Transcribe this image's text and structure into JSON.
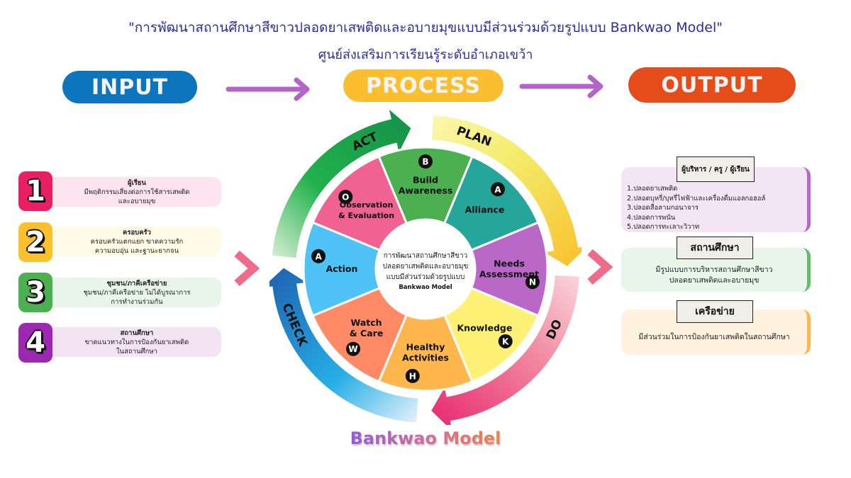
{
  "header": {
    "title": "\"การพัฒนาสถานศึกษาสีขาวปลอดยาเสพติดและอบายมุขแบบมีส่วนร่วมด้วยรูปแบบ Bankwao Model\"",
    "subtitle": "ศูนย์ส่งเสริมการเรียนรู้ระดับอำเภอเขว้า",
    "title_color": "#2b2d9c"
  },
  "stages": {
    "input": {
      "label": "INPUT",
      "color": "#0d74be"
    },
    "process": {
      "label": "PROCESS",
      "color": "#fbbe2f"
    },
    "output": {
      "label": "OUTPUT",
      "color": "#e44c1a"
    },
    "arrow_color": "#b463c8"
  },
  "inputs": [
    {
      "number": "1",
      "heading": "ผู้เรียน",
      "lines": [
        "มีพฤติกรรมเสี่ยงต่อการใช้สารเสพติด",
        "และอบายมุข"
      ],
      "color": "#e91e63",
      "bg": "#fde4ee"
    },
    {
      "number": "2",
      "heading": "ครอบครัว",
      "lines": [
        "ครอบครัวแตกแยก ขาดความรัก",
        "ความอบอุ่น และฐานะยากจน"
      ],
      "color": "#fbc02d",
      "bg": "#fefbe6"
    },
    {
      "number": "3",
      "heading": "ชุมชน/ภาคีเครือข่าย",
      "lines": [
        "ชุมชน/ภาคีเครือข่าย ไม่ได้บูรณาการ",
        "การทำงานร่วมกัน"
      ],
      "color": "#4caf50",
      "bg": "#e8f5ea"
    },
    {
      "number": "4",
      "heading": "สถานศึกษา",
      "lines": [
        "ขาดแนวทางในการป้องกันยาเสพติด",
        "ในสถานศึกษา"
      ],
      "color": "#9c27b0",
      "bg": "#f3e3f5"
    }
  ],
  "cycle": {
    "center_lines": [
      "การพัฒนาสถานศึกษาสีขาว",
      "ปลอดยาเสพติดและอบายมุข",
      "แบบมีส่วนร่วมด้วยรูปแบบ"
    ],
    "center_model": "Bankwao Model",
    "segments": [
      {
        "letter": "B",
        "label": [
          "Build",
          "Awareness"
        ],
        "color": "#4caf50"
      },
      {
        "letter": "A",
        "label": [
          "Alliance"
        ],
        "color": "#26a69a"
      },
      {
        "letter": "N",
        "label": [
          "Needs",
          "Assessment"
        ],
        "color": "#ba68c8"
      },
      {
        "letter": "K",
        "label": [
          "Knowledge"
        ],
        "color": "#fff176"
      },
      {
        "letter": "H",
        "label": [
          "Healthy",
          "Activities"
        ],
        "color": "#ffb74d"
      },
      {
        "letter": "W",
        "label": [
          "Watch",
          "& Care"
        ],
        "color": "#ff8a65"
      },
      {
        "letter": "A",
        "label": [
          "Action"
        ],
        "color": "#4fc3f7"
      },
      {
        "letter": "O",
        "label": [
          "Observation",
          "& Evaluation"
        ],
        "color": "#f06292"
      }
    ],
    "pdca": [
      {
        "label": "PLAN",
        "color_start": "#f3ec6a",
        "color_end": "#f9bf2c"
      },
      {
        "label": "DO",
        "color_start": "#f18aa0",
        "color_end": "#e8266e"
      },
      {
        "label": "CHECK",
        "color_start": "#a9d4f2",
        "color_end": "#1e6fba"
      },
      {
        "label": "ACT",
        "color_start": "#7ccc7c",
        "color_end": "#14904a"
      }
    ],
    "chevron_color": "#f06a8a"
  },
  "outputs": [
    {
      "label": "ผู้บริหาร / ครู / ผู้เรียน",
      "lines": [
        "1.ปลอดยาเสพติด",
        "2.ปลอดบุหรี่/บุหรี่ไฟฟ้าและเครื่องดื่มแอลกอฮอล์",
        "3.ปลอดสื่อลามกอนาจาร",
        "4.ปลอดการพนัน",
        "5.ปลอดการทะเลาะวิวาท"
      ],
      "bg": "#f3e5f5",
      "accent": "#ba68c8"
    },
    {
      "label": "สถานศึกษา",
      "lines": [
        "มีรูปแบบการบริหารสถานศึกษาสีขาว",
        "ปลอดยาเสพติดและอบายมุข"
      ],
      "bg": "#e8f5e9",
      "accent": "#66bb6a"
    },
    {
      "label": "เครือข่าย",
      "lines": [
        "มีส่วนร่วมในการป้องกันยาเสพติดในสถานศึกษา"
      ],
      "bg": "#fff3e0",
      "accent": "#ffb74d"
    }
  ],
  "footer": {
    "model_name": "Bankwao Model"
  }
}
